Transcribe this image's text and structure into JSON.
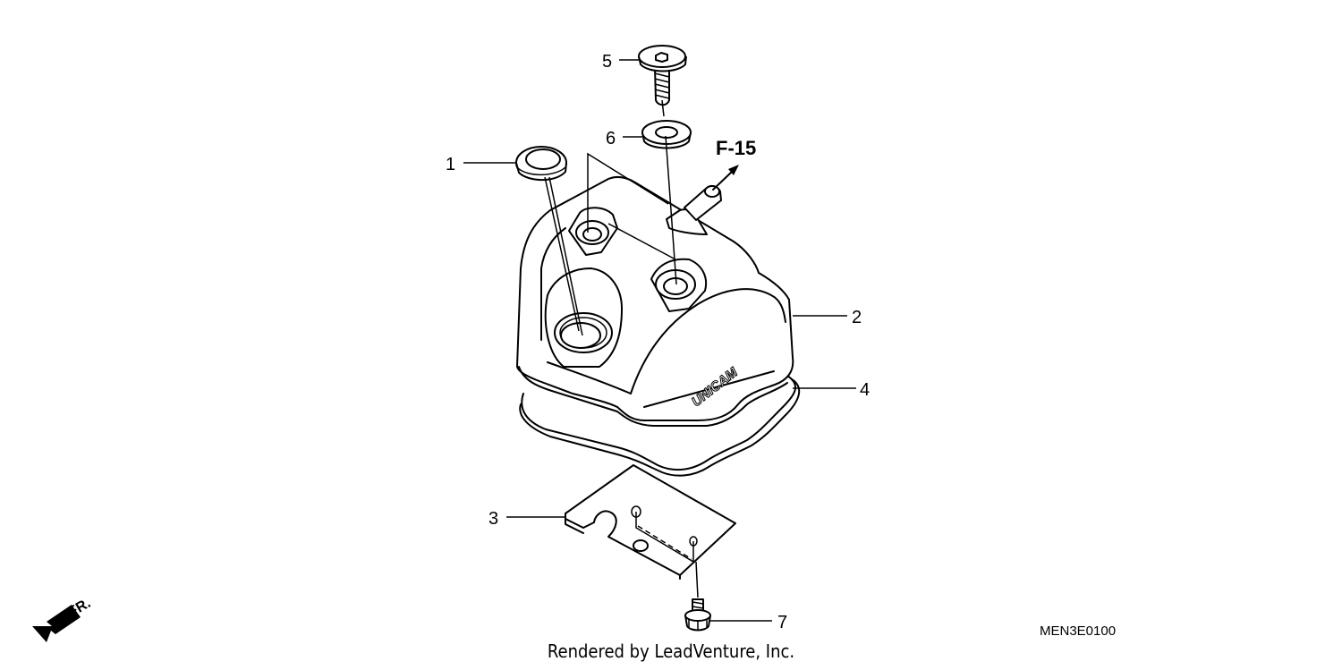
{
  "callouts": [
    {
      "num": "1",
      "part": "grommet"
    },
    {
      "num": "2",
      "part": "cylinder-head-cover"
    },
    {
      "num": "3",
      "part": "plate"
    },
    {
      "num": "4",
      "part": "cover-gasket"
    },
    {
      "num": "5",
      "part": "bolt"
    },
    {
      "num": "6",
      "part": "washer"
    },
    {
      "num": "7",
      "part": "flange-bolt"
    }
  ],
  "reference_label": "F-15",
  "front_label": "FR.",
  "emboss_text": "UNICAM",
  "diagram_code": "MEN3E0100",
  "credit": "Rendered by LeadVenture, Inc."
}
